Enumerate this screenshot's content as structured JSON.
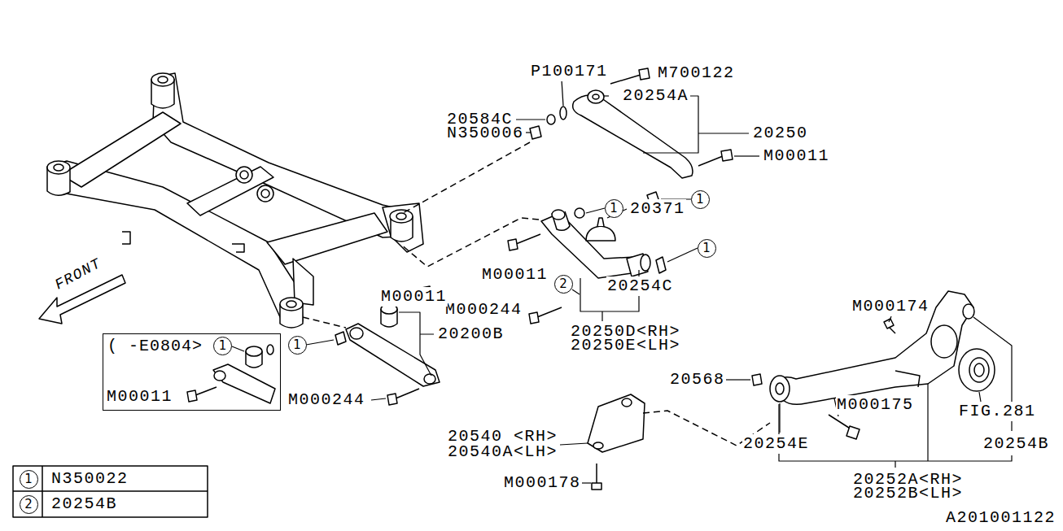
{
  "diagram": {
    "nodes": [
      {
        "text": [
          "1"
        ]
      },
      {
        "text": [
          "1"
        ]
      },
      {
        "text": [
          "1"
        ]
      },
      {
        "text": [
          "2"
        ]
      },
      {
        "text": [
          "( -E0804>"
        ]
      },
      {
        "text": [
          "1"
        ],
        "in": 4
      },
      {
        "text": [
          "1"
        ]
      },
      {
        "text": [
          "1"
        ]
      },
      {
        "text": [
          "2"
        ]
      }
    ],
    "labels": [
      "P100171",
      "M700122",
      "20584C",
      "20254A",
      "N350006",
      "20250",
      "M00011",
      "20371",
      "M00011",
      "20254C",
      "M000244",
      "20250D<RH>",
      "20250E<LH>",
      "M00011",
      "20200B",
      "M000244",
      "M00011",
      "M000174",
      "20568",
      "M000175",
      "FIG.281",
      "20254E",
      "20254B",
      "20252A<RH>",
      "20252B<LH>",
      "20540 <RH>",
      "20540A<LH>",
      "M000178",
      "FRONT",
      "N350022",
      "20254B",
      "A201001122"
    ]
  }
}
